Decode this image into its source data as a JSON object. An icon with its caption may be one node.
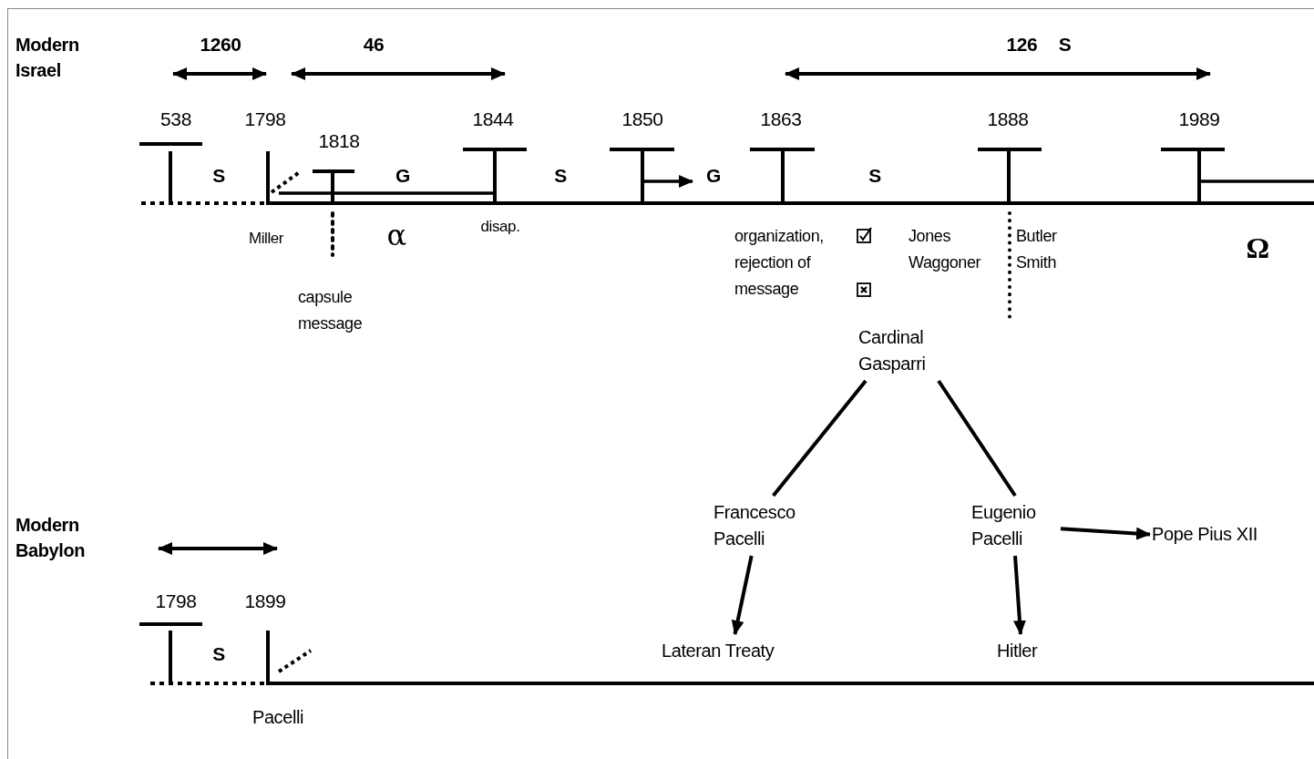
{
  "diagram": {
    "nodes": [
      {
        "text": [
          "Cardinal Gasparri"
        ]
      },
      {
        "text": [
          "Francesco Pacelli"
        ]
      },
      {
        "text": [
          "Eugenio Pacelli"
        ]
      },
      {
        "text": [
          "Pope Pius XII"
        ]
      },
      {
        "text": [
          "Lateran Treaty"
        ]
      },
      {
        "text": [
          "Hitler"
        ]
      }
    ],
    "edges": [
      {
        "from": 0,
        "to": 1,
        "arrow": "none"
      },
      {
        "from": 0,
        "to": 2,
        "arrow": "none"
      },
      {
        "from": 1,
        "to": 4,
        "arrow": "to"
      },
      {
        "from": 2,
        "to": 5,
        "arrow": "to"
      },
      {
        "from": 2,
        "to": 3,
        "arrow": "to"
      }
    ],
    "labels": [
      "Modern Israel",
      "1260",
      "46",
      "126 S",
      "538",
      "1798",
      "1818",
      "1844",
      "1850",
      "1863",
      "1888",
      "1989",
      "S",
      "G",
      "S",
      "G",
      "S",
      "Miller",
      "α",
      "disap.",
      "organization, rejection of message",
      "Jones Waggoner",
      "Butler Smith",
      "Ω",
      "capsule message",
      "Modern Babylon",
      "1798",
      "1899",
      "S",
      "Pacelli"
    ]
  }
}
